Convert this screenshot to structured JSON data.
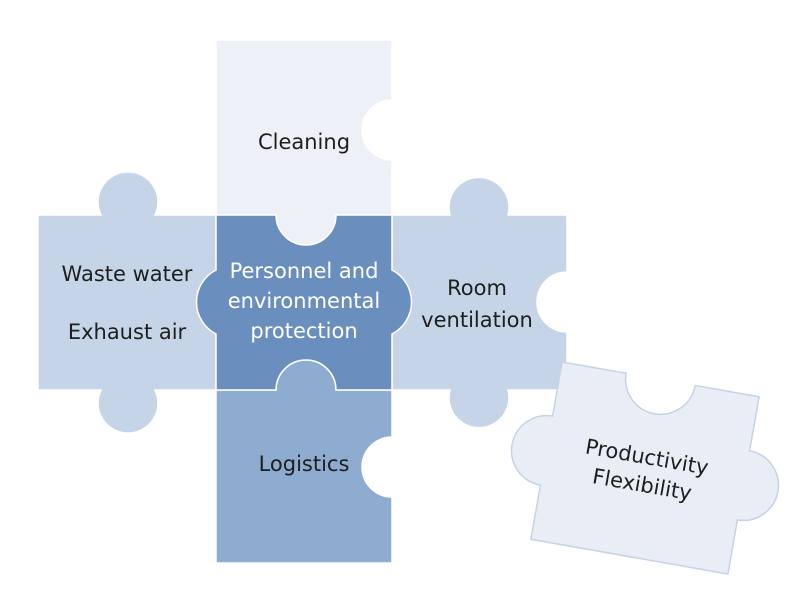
{
  "pieces": {
    "cleaning": {
      "label": "Cleaning",
      "color": "#edf1f7"
    },
    "left": {
      "line1": "Waste water",
      "line2": "Exhaust air",
      "color": "#c6d4e8"
    },
    "center": {
      "line1": "Personnel and",
      "line2": "environmental",
      "line3": "protection",
      "color": "#6a8fbe"
    },
    "right": {
      "line1": "Room",
      "line2": "ventilation",
      "color": "#c6d4e8"
    },
    "logistics": {
      "label": "Logistics",
      "color": "#8eabd0"
    },
    "loose": {
      "line1": "Productivity",
      "line2": "Flexibility",
      "color": "#e9eef6"
    }
  }
}
